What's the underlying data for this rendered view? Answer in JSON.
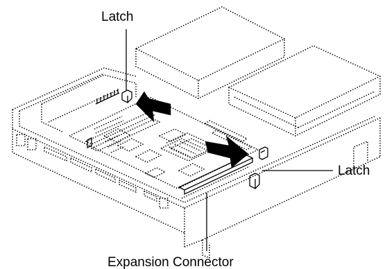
{
  "labels": {
    "latch_top": "Latch",
    "latch_right": "Latch",
    "expansion_connector": "Expansion Connector"
  },
  "colors": {
    "ink": "#000000",
    "background": "#ffffff"
  }
}
